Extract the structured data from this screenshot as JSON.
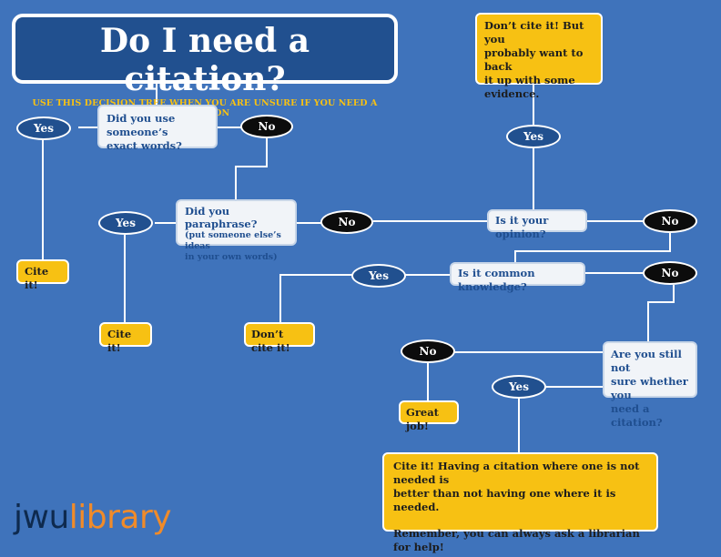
{
  "title": {
    "main": "Do I need a citation?",
    "subtitle": "USE THIS DECISION TREE WHEN YOU ARE UNSURE IF YOU NEED A CITATION"
  },
  "questions": {
    "exact_words": "Did you use someone’s\nexact words?",
    "paraphrase": "Did you paraphrase?",
    "paraphrase_note": "(put someone else’s ideas\nin your own words)",
    "opinion": "Is it your opinion?",
    "common_knowledge": "Is it common knowledge?",
    "still_unsure": "Are you still not\nsure whether you\nneed a citation?"
  },
  "answers": {
    "yes": "Yes",
    "no": "No"
  },
  "outcomes": {
    "opinion_result": "Don’t cite it! But you\nprobably want to back\nit up with some\nevidence.",
    "cite_exact": "Cite it!",
    "cite_paraphrase": "Cite it!",
    "dont_cite_common": "Don’t cite it!",
    "great_job": "Great job!",
    "final_cite": "Cite it! Having a citation where one is not needed is\nbetter than not having one where it is needed.",
    "final_ask": "Remember, you can always ask a librarian for help!"
  },
  "logo": {
    "part1": "jwu",
    "part2": "library"
  },
  "colors": {
    "background": "#3f73bb",
    "question_box": "#f1f4f8",
    "outcome_box": "#f7c113",
    "yes_oval": "#21508f",
    "no_oval": "#0c0c0c",
    "connector": "#ffffff",
    "logo_dark": "#0e2a4e",
    "logo_orange": "#f08b2a"
  }
}
